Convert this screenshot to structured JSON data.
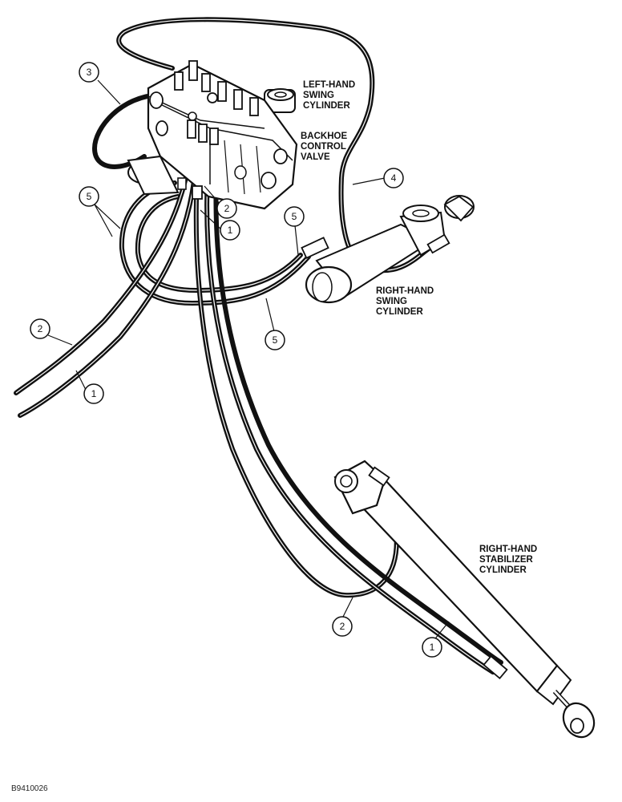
{
  "labels": {
    "left_swing_1": "LEFT-HAND",
    "left_swing_2": "SWING",
    "left_swing_3": "CYLINDER",
    "valve_1": "BACKHOE",
    "valve_2": "CONTROL",
    "valve_3": "VALVE",
    "right_swing_1": "RIGHT-HAND",
    "right_swing_2": "SWING",
    "right_swing_3": "CYLINDER",
    "stab_1": "RIGHT-HAND",
    "stab_2": "STABILIZER",
    "stab_3": "CYLINDER"
  },
  "callouts": {
    "c3": "3",
    "c4": "4",
    "c5a": "5",
    "c5b": "5",
    "c5c": "5",
    "c2a": "2",
    "c1a": "1",
    "c2b": "2",
    "c1b": "1",
    "c2c": "2",
    "c1c": "1"
  },
  "figure_id": "B9410026"
}
